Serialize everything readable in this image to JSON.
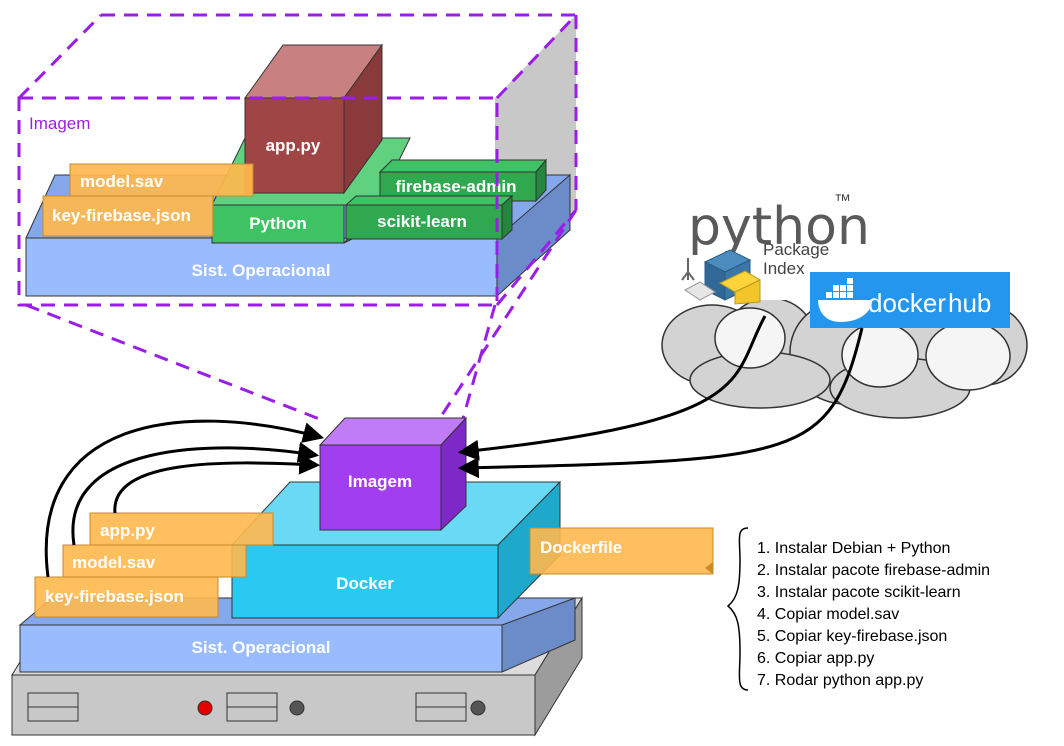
{
  "colors": {
    "os_blue": "#99bbff",
    "os_side": "#6b8cc9",
    "python_green": "#3ec264",
    "lib_green": "#2fa84f",
    "app_red": "#a04545",
    "file_orange": "#ffb84d",
    "docker_cyan": "#29c9f2",
    "image_purple": "#a03ef0",
    "dash_purple": "#9b1ee8",
    "cloud_gray": "#d3d3d3",
    "docker_blue": "#2496ed"
  },
  "zoom_image": {
    "title": "Imagem",
    "app": "app.py",
    "python": "Python",
    "firebase_admin": "firebase-admin",
    "scikit_learn": "scikit-learn",
    "model": "model.sav",
    "key": "key-firebase.json",
    "os": "Sist. Operacional"
  },
  "host": {
    "image": "Imagem",
    "docker": "Docker",
    "os": "Sist. Operacional",
    "dockerfile": "Dockerfile",
    "files": [
      "app.py",
      "model.sav",
      "key-firebase.json"
    ]
  },
  "pypi": {
    "word": "python",
    "tm": "™",
    "line1": "Package",
    "line2": "Index"
  },
  "dockerhub": {
    "word1": "docker",
    "word2": "hub"
  },
  "steps": [
    "1. Instalar Debian + Python",
    "2. Instalar pacote firebase-admin",
    "3. Instalar pacote scikit-learn",
    "4. Copiar model.sav",
    "5. Copiar key-firebase.json",
    "6. Copiar app.py",
    "7. Rodar python app.py"
  ]
}
